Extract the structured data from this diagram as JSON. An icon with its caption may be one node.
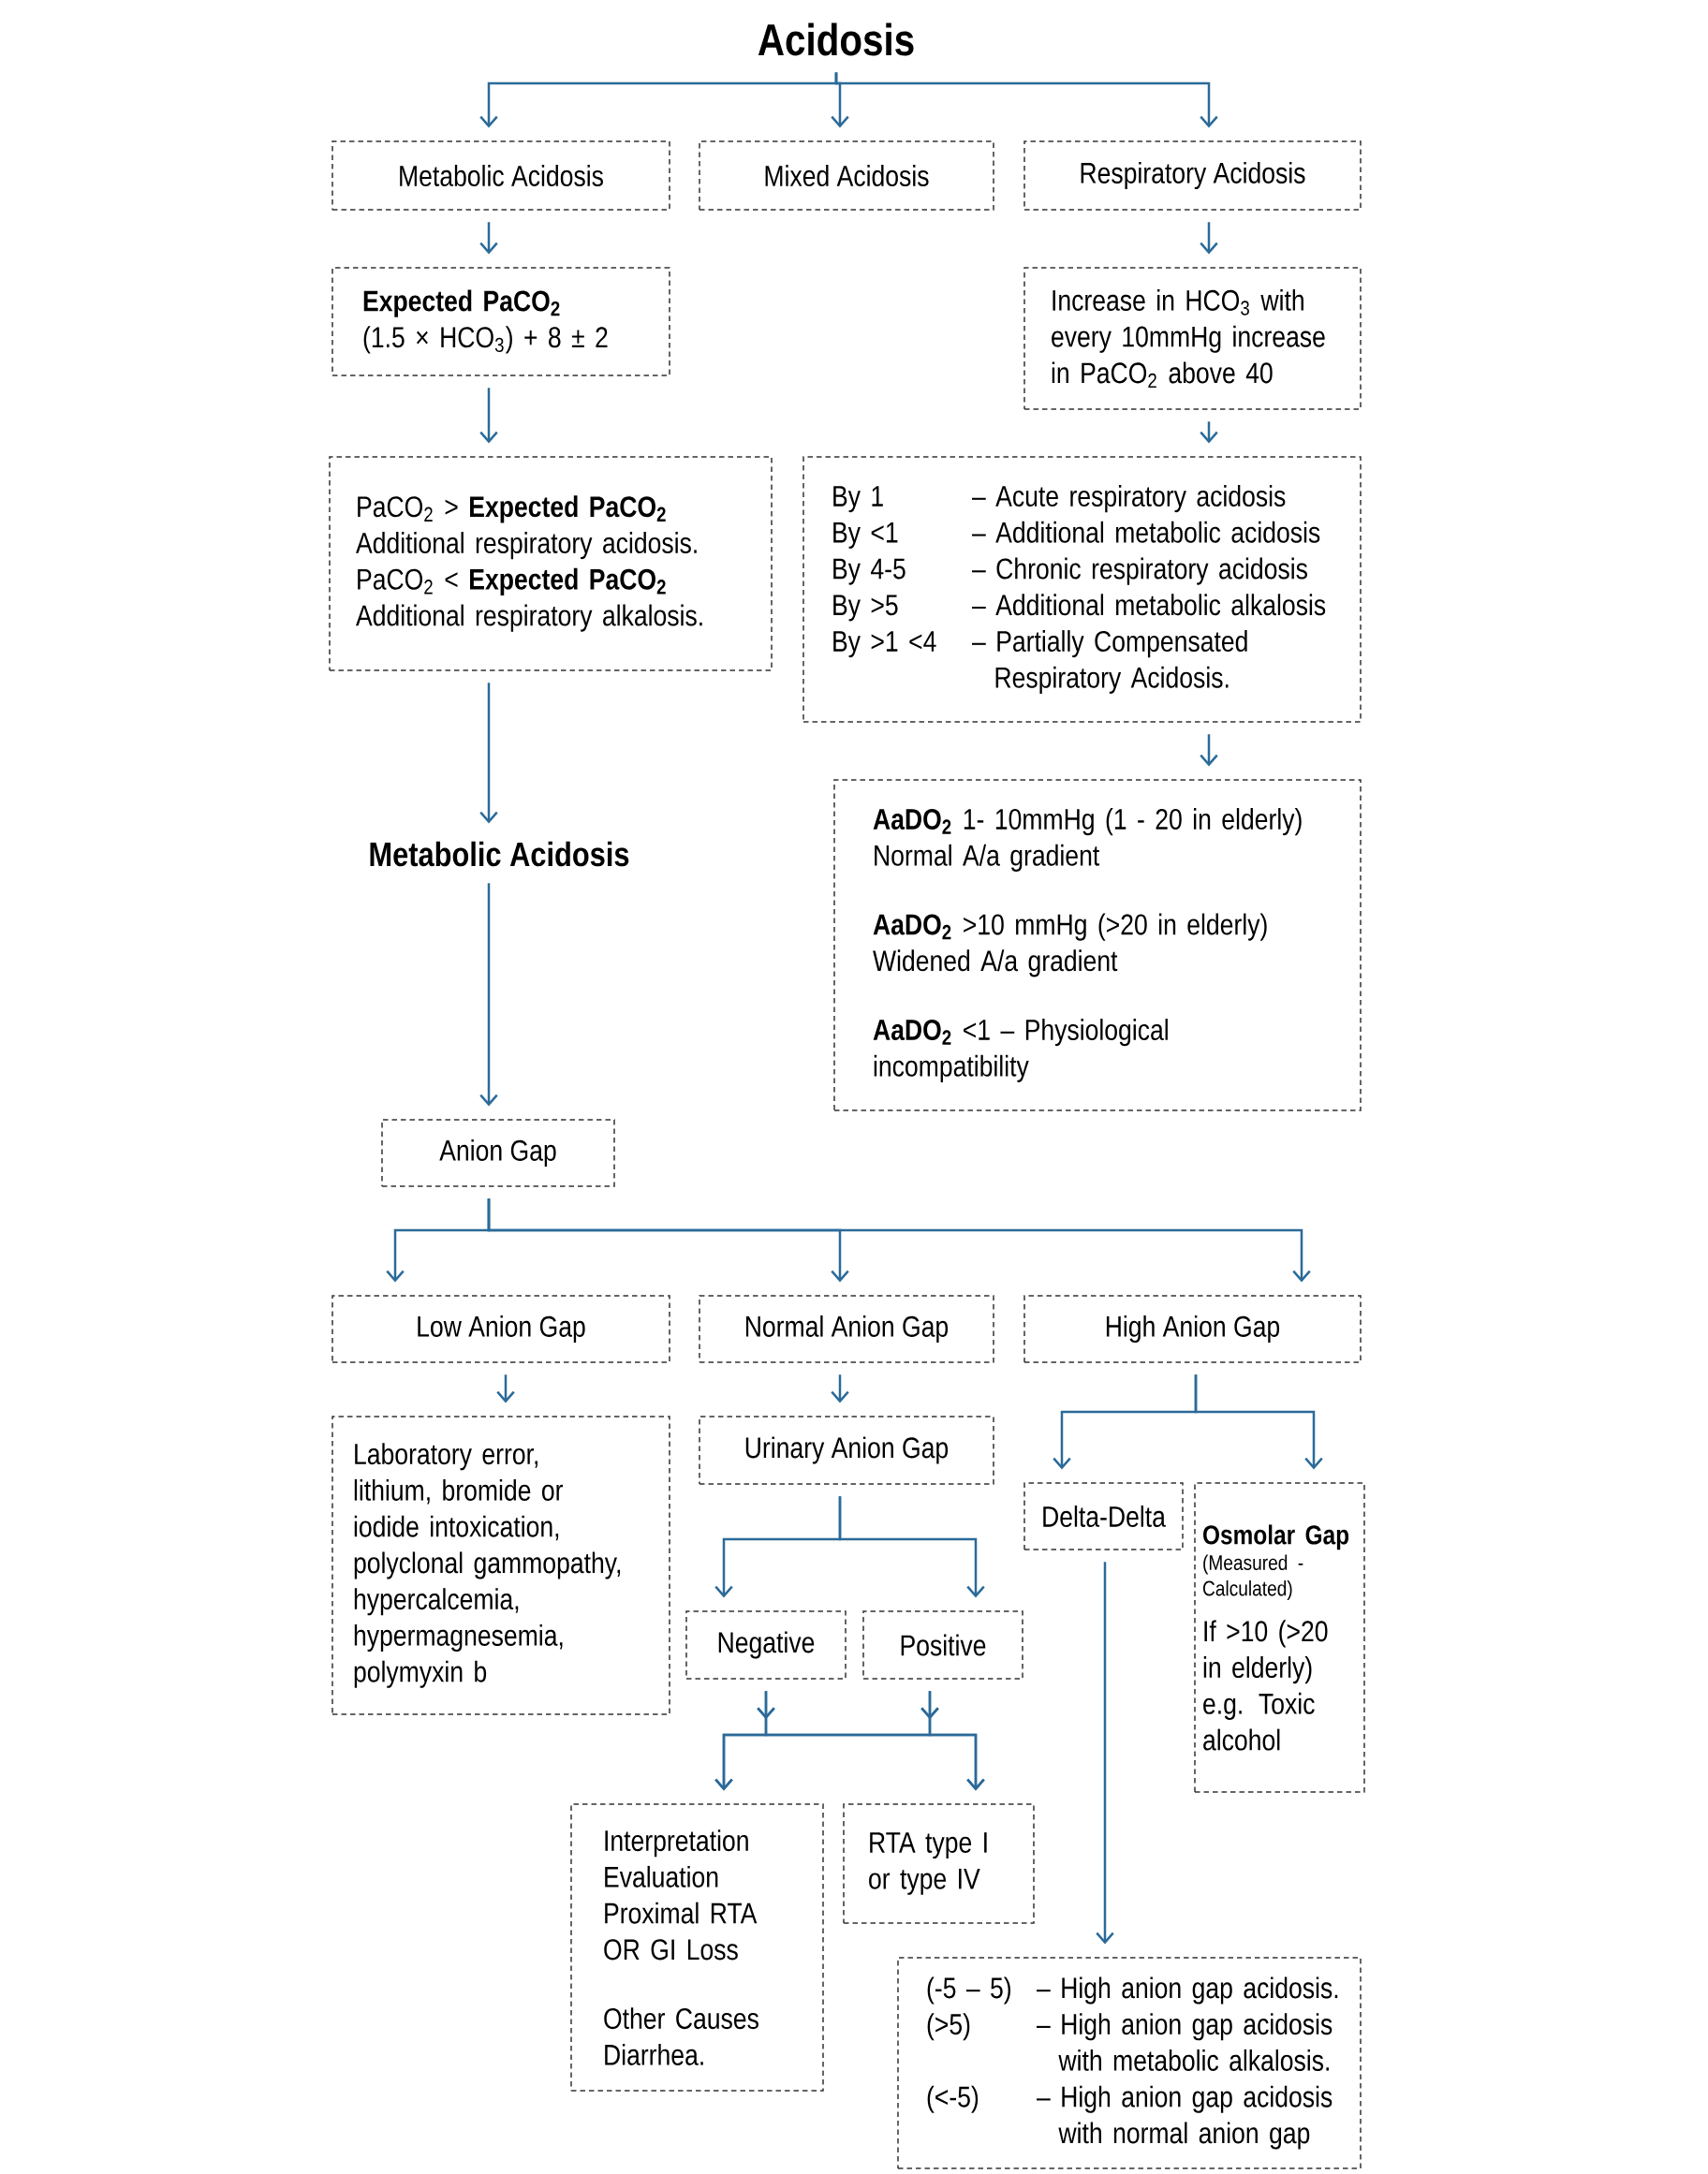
{
  "diagram": {
    "nodes": [
      {
        "text": [
          "Acidosis"
        ]
      },
      {
        "text": [
          "Metabolic Acidosis"
        ]
      },
      {
        "text": [
          "Mixed Acidosis"
        ]
      },
      {
        "text": [
          "Respiratory Acidosis"
        ]
      },
      {
        "text": [
          "Expected PaCO$_{2}$",
          "(1.5 × HCO$_{3}$) + 8 ± 2"
        ]
      },
      {
        "text": [
          "Increase in HCO$_{3}$ with every 10mmHg increase in PaCO$_{2}$ above 40"
        ]
      },
      {
        "text": [
          "PaCO$_{2}$ > **Expected PaCO$_{2}$**",
          "Additional respiratory acidosis.",
          "PaCO$_{2}$ < **Expected PaCO$_{2}$**",
          "Additional respiratory alkalosis."
        ]
      },
      {
        "text": [
          "By 1",
          "– Acute respiratory acidosis",
          "By <1",
          "– Additional metabolic acidosis",
          "By 4-5",
          "– Chronic respiratory acidosis",
          "By >5",
          "– Additional metabolic alkalosis",
          "By >1 <4",
          "– Partially Compensated Respiratory Acidosis."
        ]
      },
      {
        "text": [
          "**AaDO$_{2}$** 1- 10mmHg (1 - 20 in elderly)",
          "Normal A/a gradient",
          "**AaDO$_{2}$** >10 mmHg (>20 in elderly)",
          "Widened A/a gradient",
          "**AaDO$_{2}$** <1 – Physiological incompatibility"
        ]
      },
      {
        "text": [
          "Metabolic Acidosis"
        ]
      },
      {
        "text": [
          "Anion Gap"
        ]
      },
      {
        "text": [
          "Low Anion Gap"
        ]
      },
      {
        "text": [
          "Normal Anion Gap"
        ]
      },
      {
        "text": [
          "High Anion Gap"
        ]
      },
      {
        "text": [
          "Laboratory error, lithium, bromide or iodide intoxication, polyclonal gammopathy, hypercalcemia, hypermagnesemia, polymyxin b"
        ]
      },
      {
        "text": [
          "Urinary Anion Gap"
        ]
      },
      {
        "text": [
          "Delta-Delta"
        ]
      },
      {
        "text": [
          "Osmolar Gap",
          "(Measured - Calculated)",
          "If >10 (>20 in elderly)",
          "e.g. Toxic alcohol"
        ]
      },
      {
        "text": [
          "Negative"
        ]
      },
      {
        "text": [
          "Positive"
        ]
      },
      {
        "text": [
          "Interpretation",
          "Evaluation",
          "Proximal RTA OR GI Loss",
          "Other Causes",
          "Diarrhea."
        ]
      },
      {
        "text": [
          "RTA type I or type IV"
        ]
      },
      {
        "text": [
          "(-5 – 5)",
          "– High anion gap acidosis.",
          "(>5)",
          "– High anion gap acidosis with metabolic alkalosis.",
          "(<-5)",
          "– High anion gap acidosis with normal anion gap"
        ]
      }
    ],
    "edges": [
      {
        "from": 0,
        "to": 1,
        "arrow": "to"
      },
      {
        "from": 0,
        "to": 2,
        "arrow": "to"
      },
      {
        "from": 0,
        "to": 3,
        "arrow": "to"
      },
      {
        "from": 1,
        "to": 4,
        "arrow": "to"
      },
      {
        "from": 4,
        "to": 6,
        "arrow": "to"
      },
      {
        "from": 3,
        "to": 5,
        "arrow": "to"
      },
      {
        "from": 5,
        "to": 7,
        "arrow": "to"
      },
      {
        "from": 7,
        "to": 8,
        "arrow": "to"
      },
      {
        "from": 6,
        "to": 9,
        "arrow": "to"
      },
      {
        "from": 9,
        "to": 10,
        "arrow": "to"
      },
      {
        "from": 10,
        "to": 11,
        "arrow": "to"
      },
      {
        "from": 10,
        "to": 12,
        "arrow": "to"
      },
      {
        "from": 10,
        "to": 13,
        "arrow": "to"
      },
      {
        "from": 11,
        "to": 14,
        "arrow": "to"
      },
      {
        "from": 12,
        "to": 15,
        "arrow": "to"
      },
      {
        "from": 13,
        "to": 16,
        "arrow": "to"
      },
      {
        "from": 13,
        "to": 17,
        "arrow": "to"
      },
      {
        "from": 15,
        "to": 18,
        "arrow": "to"
      },
      {
        "from": 15,
        "to": 19,
        "arrow": "to"
      },
      {
        "from": 18,
        "to": 20,
        "arrow": "to"
      },
      {
        "from": 18,
        "to": 21,
        "arrow": "to"
      },
      {
        "from": 19,
        "to": 20,
        "arrow": "to"
      },
      {
        "from": 19,
        "to": 21,
        "arrow": "to"
      },
      {
        "from": 16,
        "to": 22,
        "arrow": "to"
      }
    ]
  }
}
